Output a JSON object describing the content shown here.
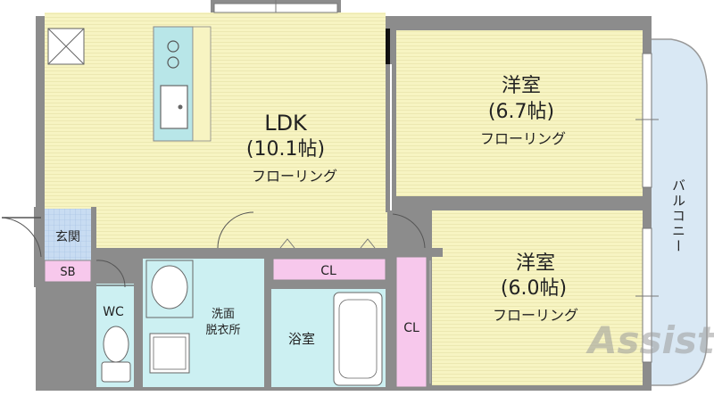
{
  "rooms": {
    "ldk": {
      "name": "LDK",
      "size": "(10.1帖)",
      "floor": "フローリング"
    },
    "bedroom1": {
      "name": "洋室",
      "size": "(6.7帖)",
      "floor": "フローリング"
    },
    "bedroom2": {
      "name": "洋室",
      "size": "(6.0帖)",
      "floor": "フローリング"
    },
    "entrance": "玄関",
    "shoe_box": "SB",
    "toilet": "WC",
    "washroom_line1": "洗面",
    "washroom_line2": "脱衣所",
    "bathroom": "浴室",
    "closet_ldk": "CL",
    "closet_bedroom2": "CL",
    "balcony": "バルコニー"
  },
  "watermark": "Assist",
  "colors": {
    "floor": "#f7f4c2",
    "wet_area": "#ccf0f2",
    "closet": "#f7c8ec",
    "shoe_box": "#f7c8ec",
    "entrance_tile": "#c8dcf2",
    "balcony": "#d9e8f4",
    "wall": "#8c8c8c",
    "kitchen": "#b8e6e8"
  }
}
